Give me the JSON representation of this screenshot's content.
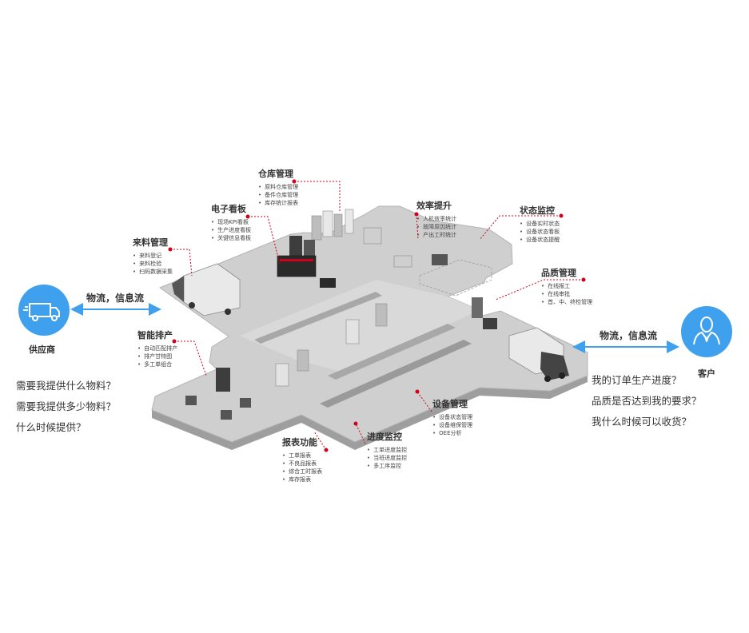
{
  "supplier": {
    "label": "供应商",
    "icon": "truck-icon",
    "flow_label": "物流，信息流",
    "questions": [
      "需要我提供什么物料？",
      "需要我提供多少物料？",
      "什么时候提供？"
    ]
  },
  "customer": {
    "label": "客户",
    "icon": "person-icon",
    "flow_label": "物流，信息流",
    "questions": [
      "我的订单生产进度？",
      "品质是否达到我的要求？",
      "我什么时候可以收货？"
    ]
  },
  "modules": {
    "warehouse": {
      "title": "仓库管理",
      "items": [
        "原料仓库管理",
        "备件仓库管理",
        "库存统计报表"
      ]
    },
    "board": {
      "title": "电子看板",
      "items": [
        "现场KPI看板",
        "生产进度看板",
        "关键信息看板"
      ]
    },
    "incoming": {
      "title": "来料管理",
      "items": [
        "来料登记",
        "来料检验",
        "扫码数据采集"
      ]
    },
    "efficiency": {
      "title": "效率提升",
      "items": [
        "人机效率统计",
        "故障原因统计",
        "产出工时统计"
      ]
    },
    "status": {
      "title": "状态监控",
      "items": [
        "设备实时状态",
        "设备状态看板",
        "设备状态提醒"
      ]
    },
    "quality": {
      "title": "品质管理",
      "items": [
        "在线报工",
        "在线审批",
        "首、中、终检管理"
      ]
    },
    "scheduling": {
      "title": "智能排产",
      "items": [
        "自动匹配排产",
        "排产甘特图",
        "多工单组合"
      ]
    },
    "equipment": {
      "title": "设备管理",
      "items": [
        "设备状态管理",
        "设备维保管理",
        "OEE分析"
      ]
    },
    "progress": {
      "title": "进度监控",
      "items": [
        "工单进度监控",
        "当班进度监控",
        "多工序监控"
      ]
    },
    "reports": {
      "title": "报表功能",
      "items": [
        "工单报表",
        "不良品报表",
        "综合工时报表",
        "库存报表"
      ]
    }
  },
  "colors": {
    "accent": "#3fa1ee",
    "leader": "#d0021b",
    "floor": "#c9c9c9",
    "floor_side": "#9e9e9e"
  }
}
